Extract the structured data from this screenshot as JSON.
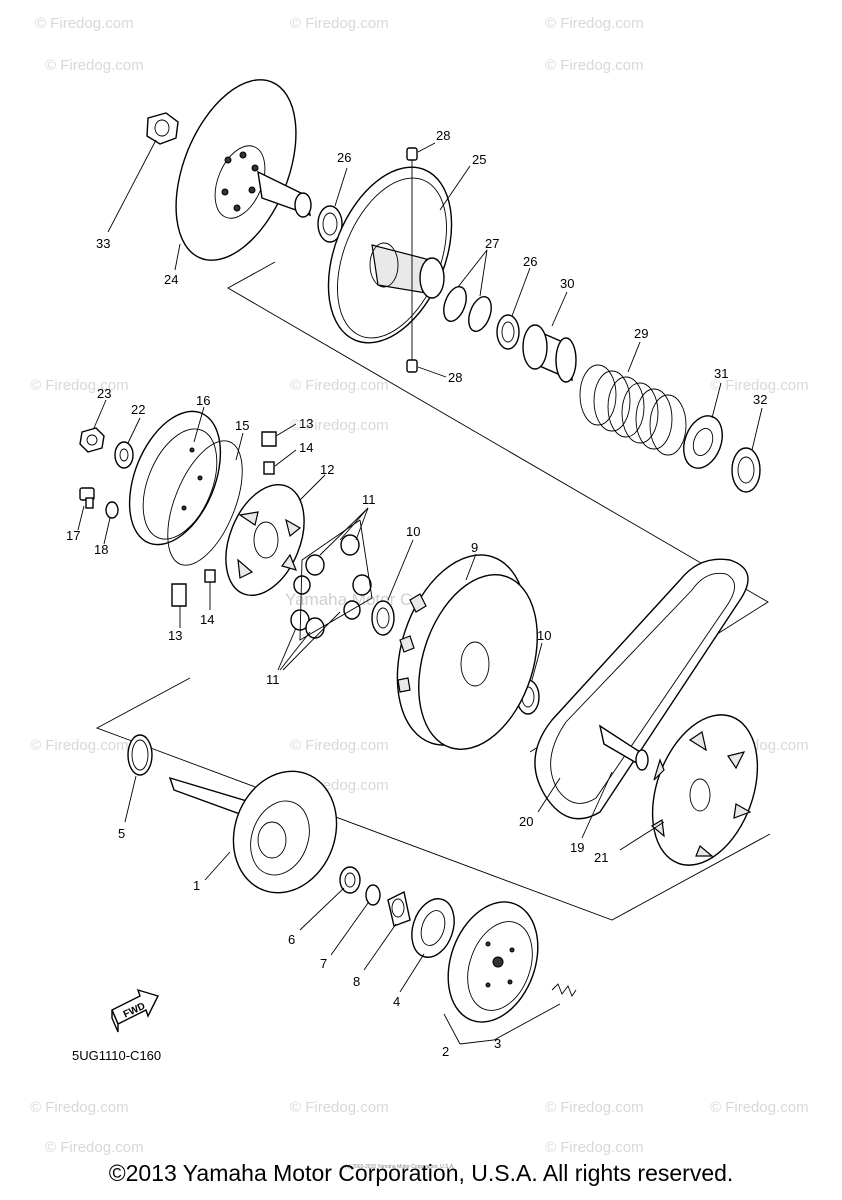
{
  "watermarks": [
    "© Firedog.com",
    "Yamaha Motor Corp., U.S.A."
  ],
  "diagram_code": "5UG1110-C160",
  "fwd_label": "FWD",
  "tiny_copyright": "(c) 2003-2015 Yamaha Motor Corporation, U.S.A.",
  "copyright": "©2013 Yamaha Motor Corporation, U.S.A. All rights reserved.",
  "parts": [
    {
      "id": "33",
      "text": "33"
    },
    {
      "id": "24",
      "text": "24"
    },
    {
      "id": "26a",
      "text": "26"
    },
    {
      "id": "28a",
      "text": "28"
    },
    {
      "id": "25",
      "text": "25"
    },
    {
      "id": "27",
      "text": "27"
    },
    {
      "id": "26b",
      "text": "26"
    },
    {
      "id": "30",
      "text": "30"
    },
    {
      "id": "29",
      "text": "29"
    },
    {
      "id": "28b",
      "text": "28"
    },
    {
      "id": "31",
      "text": "31"
    },
    {
      "id": "32",
      "text": "32"
    },
    {
      "id": "23",
      "text": "23"
    },
    {
      "id": "22",
      "text": "22"
    },
    {
      "id": "16",
      "text": "16"
    },
    {
      "id": "15",
      "text": "15"
    },
    {
      "id": "13a",
      "text": "13"
    },
    {
      "id": "14a",
      "text": "14"
    },
    {
      "id": "12",
      "text": "12"
    },
    {
      "id": "11a",
      "text": "11"
    },
    {
      "id": "17",
      "text": "17"
    },
    {
      "id": "18",
      "text": "18"
    },
    {
      "id": "10a",
      "text": "10"
    },
    {
      "id": "9",
      "text": "9"
    },
    {
      "id": "13b",
      "text": "13"
    },
    {
      "id": "14b",
      "text": "14"
    },
    {
      "id": "11b",
      "text": "11"
    },
    {
      "id": "10b",
      "text": "10"
    },
    {
      "id": "5",
      "text": "5"
    },
    {
      "id": "20",
      "text": "20"
    },
    {
      "id": "19",
      "text": "19"
    },
    {
      "id": "21",
      "text": "21"
    },
    {
      "id": "1",
      "text": "1"
    },
    {
      "id": "6",
      "text": "6"
    },
    {
      "id": "7",
      "text": "7"
    },
    {
      "id": "8",
      "text": "8"
    },
    {
      "id": "4",
      "text": "4"
    },
    {
      "id": "2",
      "text": "2"
    },
    {
      "id": "3",
      "text": "3"
    }
  ]
}
